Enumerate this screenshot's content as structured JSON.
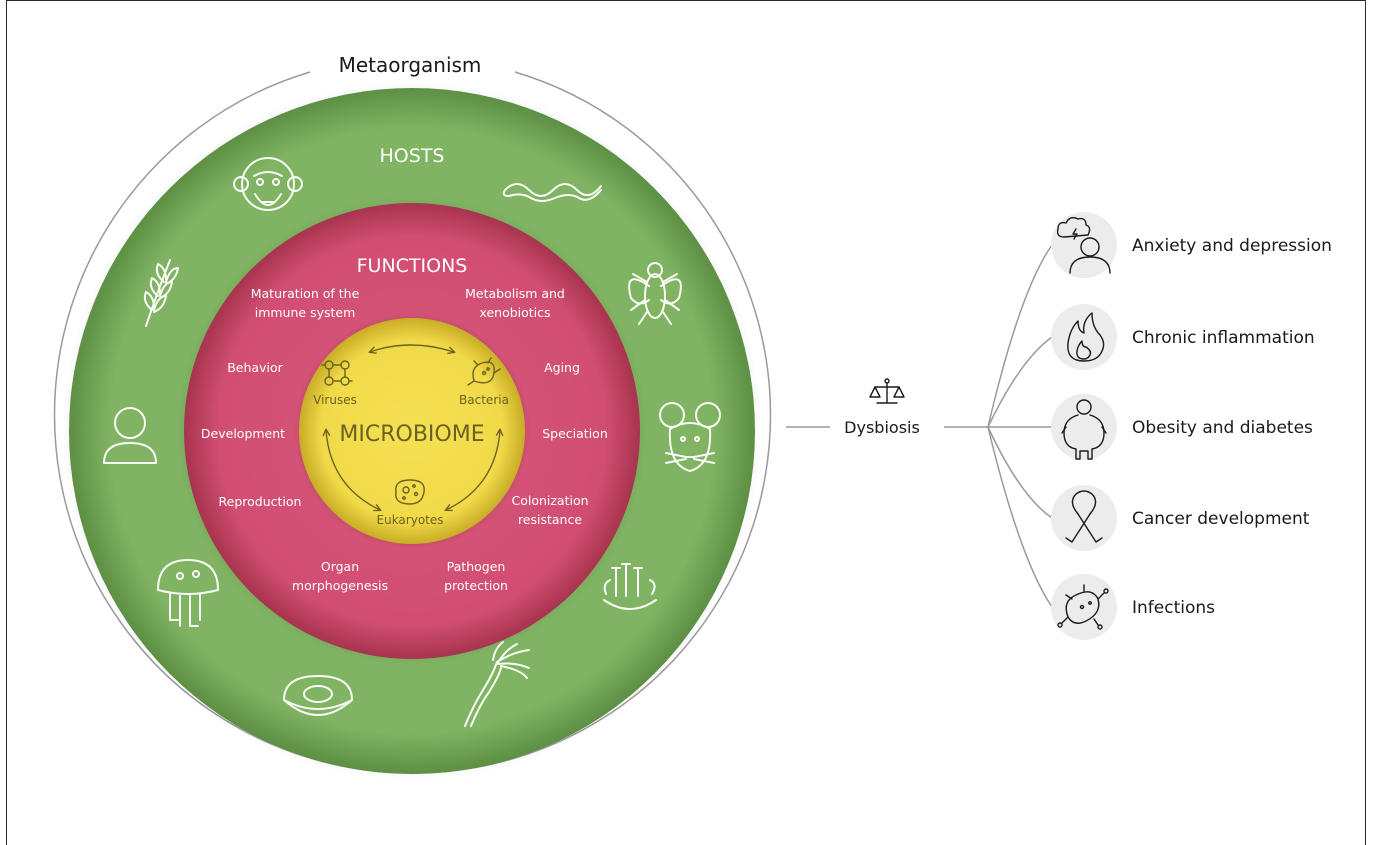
{
  "metaorganism_label": "Metaorganism",
  "hosts": {
    "title": "HOSTS",
    "icons": [
      "chimpanzee-icon",
      "worm-icon",
      "fly-icon",
      "mouse-icon",
      "coral-icon",
      "hydra-icon",
      "oyster-icon",
      "jellyfish-icon",
      "human-icon",
      "wheat-icon"
    ]
  },
  "functions": {
    "title": "FUNCTIONS",
    "items": {
      "maturation": [
        "Maturation of the",
        "immune system"
      ],
      "metabolism": [
        "Metabolism and",
        "xenobiotics"
      ],
      "aging": "Aging",
      "speciation": "Speciation",
      "colonization": [
        "Colonization",
        "resistance"
      ],
      "pathogen": [
        "Pathogen",
        "protection"
      ],
      "organ": [
        "Organ",
        "morphogenesis"
      ],
      "reproduction": "Reproduction",
      "development": "Development",
      "behavior": "Behavior"
    }
  },
  "microbiome": {
    "title": "MICROBIOME",
    "members": {
      "viruses": "Viruses",
      "bacteria": "Bacteria",
      "eukaryotes": "Eukaryotes"
    }
  },
  "dysbiosis": {
    "label": "Dysbiosis",
    "icon": "balance-scale-icon"
  },
  "conditions": [
    {
      "label": "Anxiety and depression",
      "icon": "anxiety-person-icon"
    },
    {
      "label": "Chronic inflammation",
      "icon": "flame-icon"
    },
    {
      "label": "Obesity and diabetes",
      "icon": "obese-person-icon"
    },
    {
      "label": "Cancer development",
      "icon": "cancer-ribbon-icon"
    },
    {
      "label": "Infections",
      "icon": "pathogen-icon"
    }
  ],
  "colors": {
    "hosts_ring": "#82b564",
    "functions_ring": "#d14e72",
    "microbiome_core": "#f3dd4e",
    "icon_circle": "#ececec",
    "connector": "#9a9a9a"
  }
}
